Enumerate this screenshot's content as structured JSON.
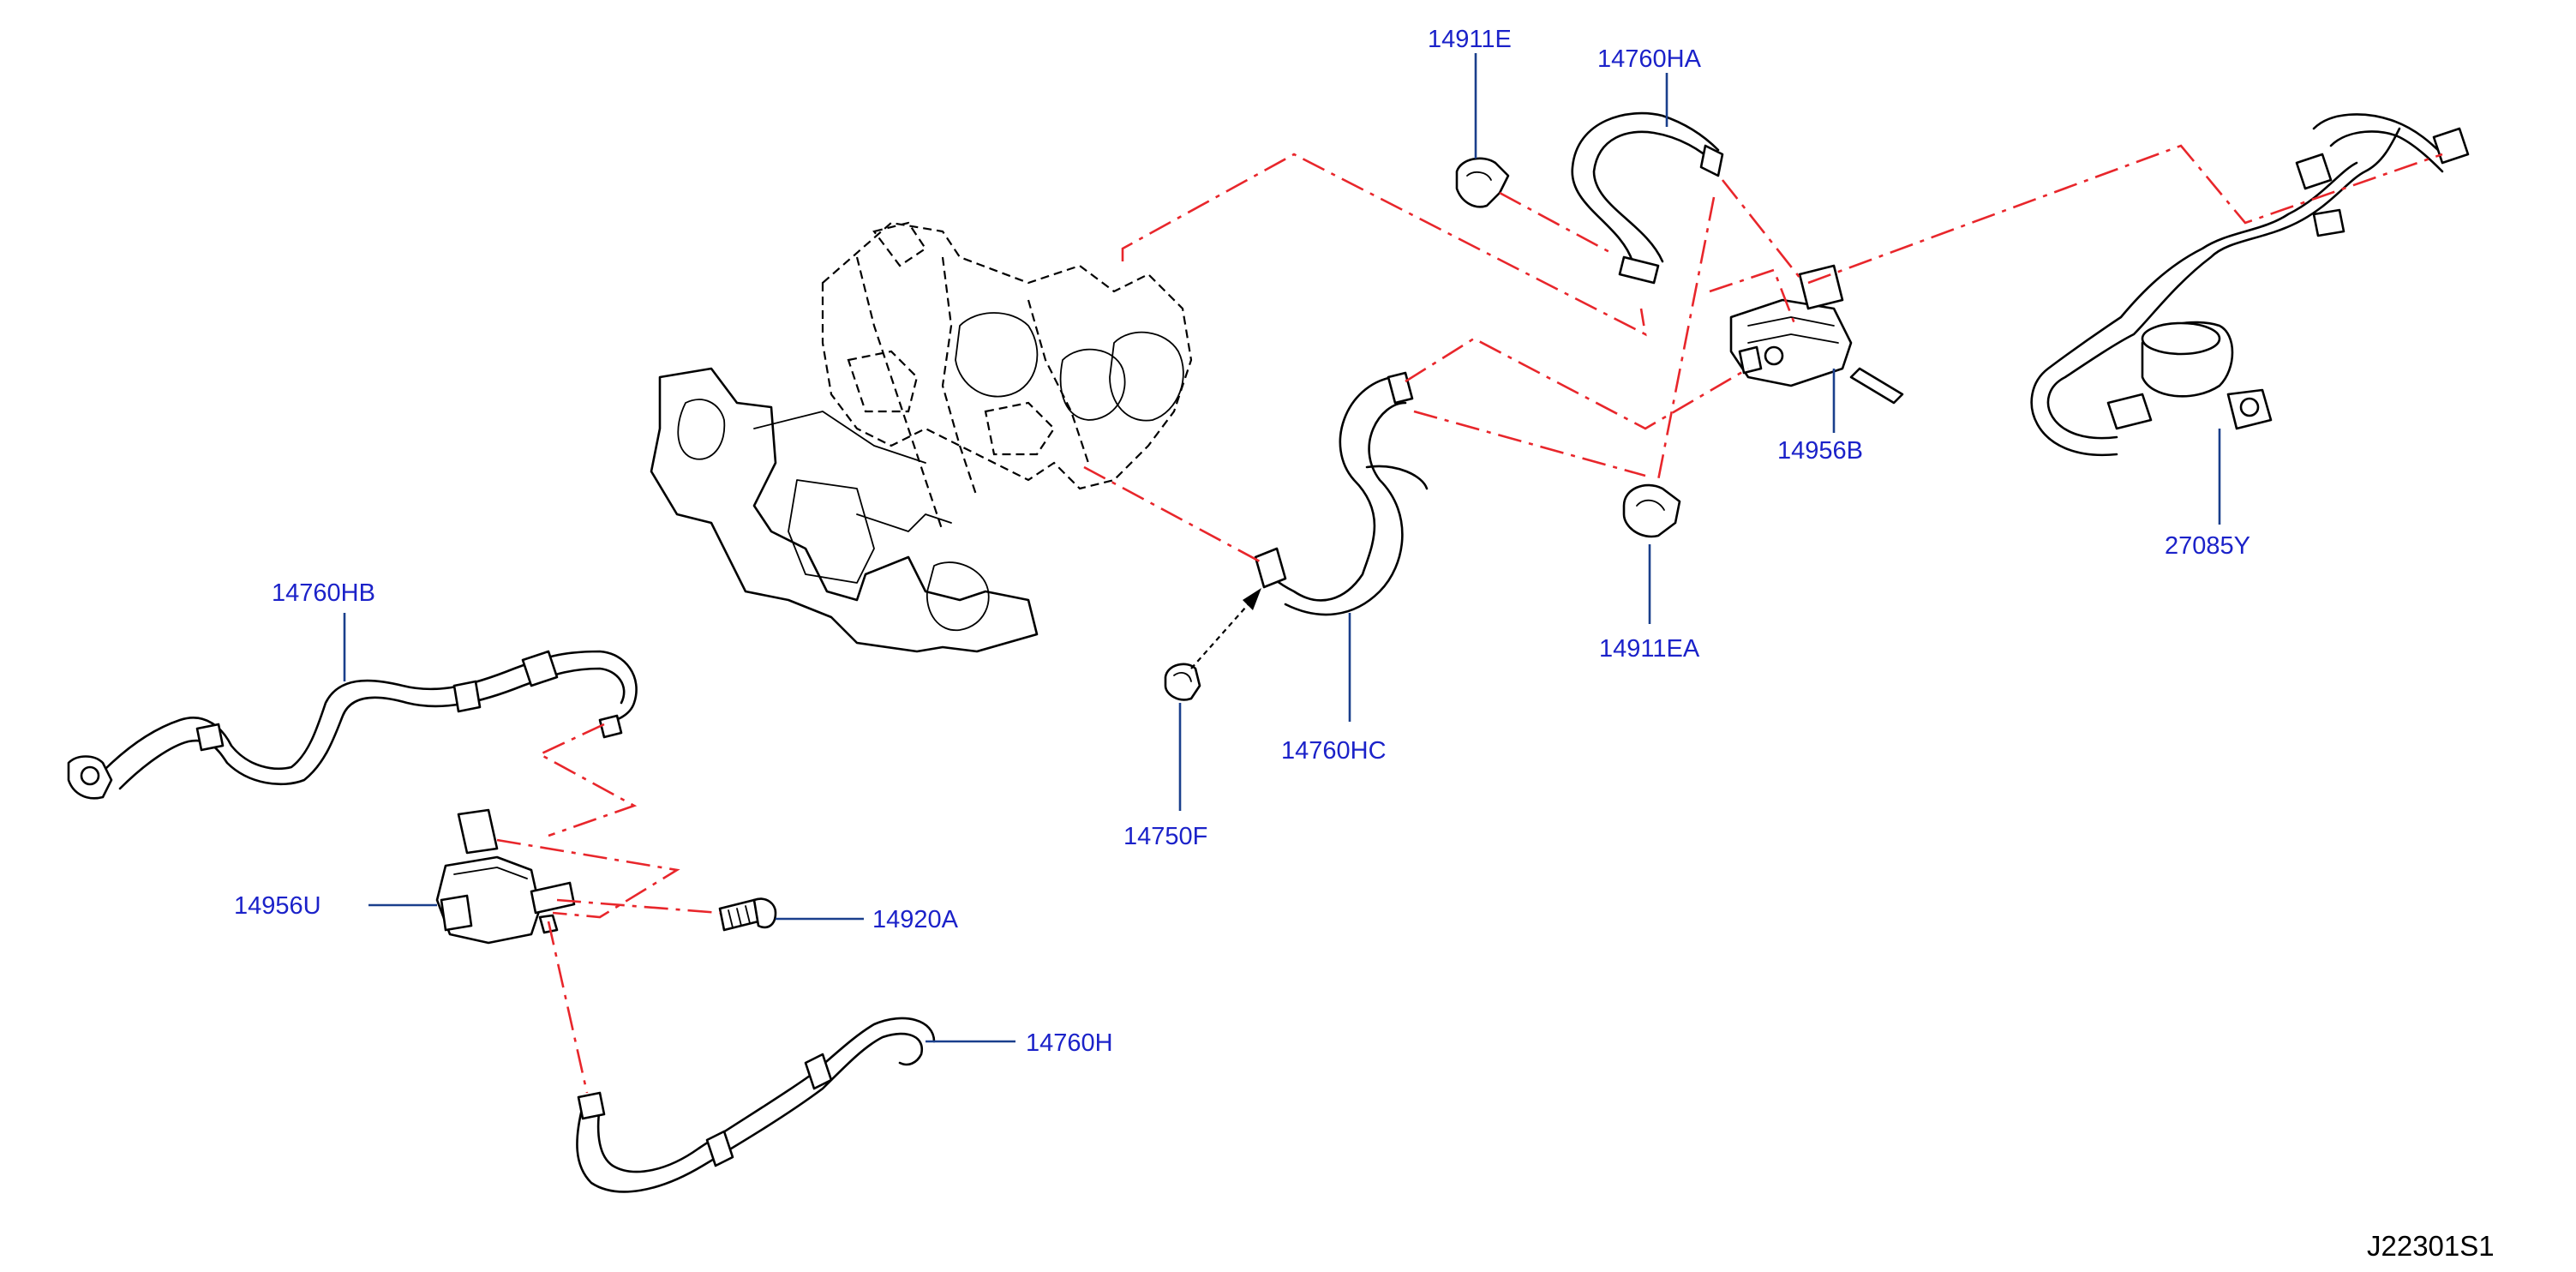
{
  "diagram": {
    "reference_code": "J22301S1",
    "callouts": [
      {
        "id": "14911E",
        "label": "14911E"
      },
      {
        "id": "14760HA",
        "label": "14760HA"
      },
      {
        "id": "14956B",
        "label": "14956B"
      },
      {
        "id": "27085Y",
        "label": "27085Y"
      },
      {
        "id": "14911EA",
        "label": "14911EA"
      },
      {
        "id": "14760HC",
        "label": "14760HC"
      },
      {
        "id": "14750F",
        "label": "14750F"
      },
      {
        "id": "14760HB",
        "label": "14760HB"
      },
      {
        "id": "14956U",
        "label": "14956U"
      },
      {
        "id": "14920A",
        "label": "14920A"
      },
      {
        "id": "14760H",
        "label": "14760H"
      }
    ],
    "colors": {
      "callout_text": "#1b22c9",
      "leader_line": "#1a3f8c",
      "connection_line": "#e8262b",
      "drawing": "#000000"
    }
  }
}
